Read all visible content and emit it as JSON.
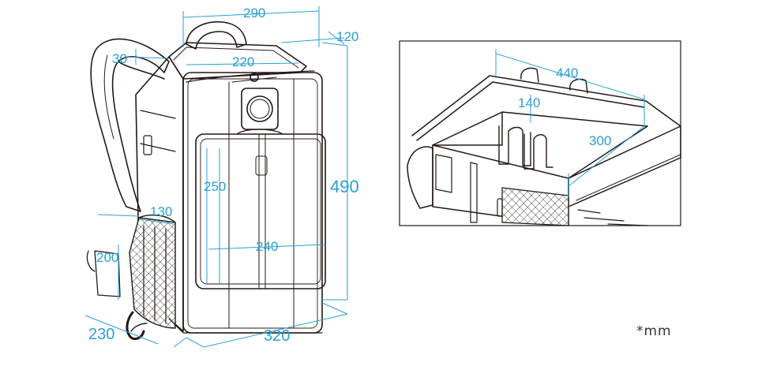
{
  "colors": {
    "dimension": "#2a9fd6",
    "outline": "#231815",
    "background": "#ffffff"
  },
  "main_view": {
    "dimensions": {
      "top_width": "290",
      "top_depth": "120",
      "handle_offset": "30",
      "top_inner_width": "220",
      "height": "490",
      "pocket_height": "250",
      "side_pocket_width": "130",
      "pocket_width": "240",
      "bottle_height": "200",
      "base_depth": "230",
      "base_width": "320"
    }
  },
  "inset_view": {
    "dimensions": {
      "open_width": "440",
      "divider_height": "140",
      "open_depth": "300"
    }
  },
  "unit_note": "*mm"
}
